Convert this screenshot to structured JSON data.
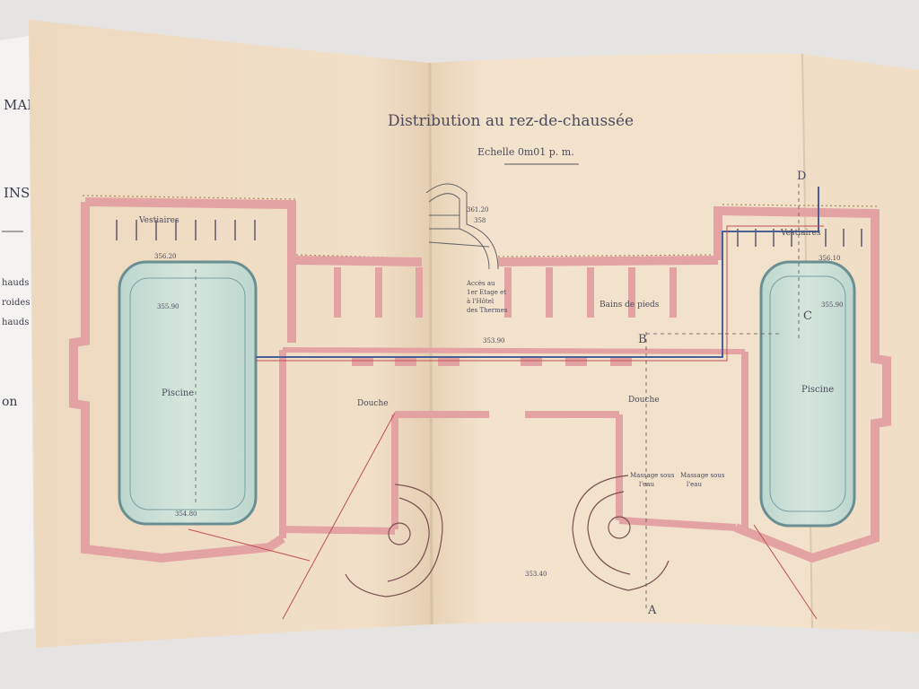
{
  "title": "Distribution au rez-de-chaussée",
  "scale": "Echelle 0m01 p. m.",
  "left_strip": [
    "MAL",
    "INS",
    "hauds",
    "roides",
    "hauds",
    "on"
  ],
  "rooms": {
    "vestiaires_left": "Vestiaires",
    "vestiaires_right": "Vestiaires",
    "piscine_left": "Piscine",
    "piscine_right": "Piscine",
    "douche_left": "Douche",
    "douche_right": "Douche",
    "bains_de_pieds": "Bains de pieds",
    "acces_stair": [
      "Accès au",
      "1er Etage et",
      "à l'Hôtel",
      "des Thermes"
    ],
    "massage_1": [
      "Massage sous",
      "l'eau"
    ],
    "massage_2": [
      "Massage sous",
      "l'eau"
    ]
  },
  "levels": {
    "l1": "356.20",
    "l2": "355.90",
    "l3": "354.80",
    "l4": "353.90",
    "l5": "353.40",
    "l6": "356.10",
    "l7": "355.90",
    "l8": "361.20",
    "l9": "358"
  },
  "section_marks": {
    "a": "A",
    "b": "B",
    "c": "C",
    "d": "D"
  }
}
